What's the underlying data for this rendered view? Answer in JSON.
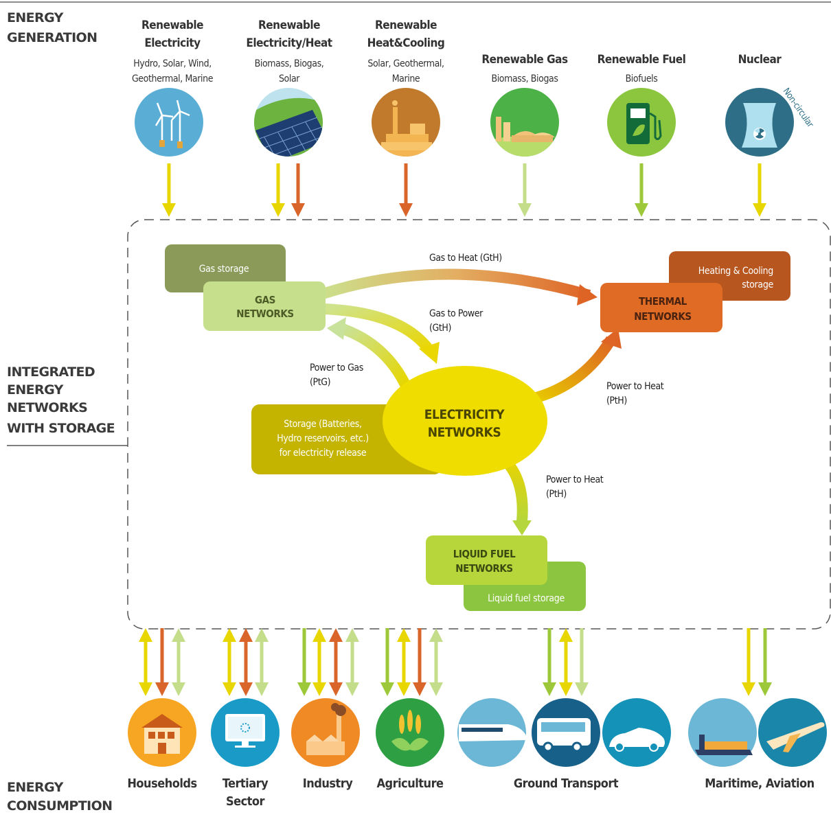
{
  "sections": {
    "generation": [
      "ENERGY",
      "GENERATION"
    ],
    "integrated": [
      "INTEGRATED",
      "ENERGY",
      "NETWORKS",
      "WITH STORAGE"
    ],
    "consumption": [
      "ENERGY",
      "CONSUMPTION"
    ]
  },
  "generation": [
    {
      "title": [
        "Renewable",
        "Electricity"
      ],
      "subtitle": [
        "Hydro, Solar, Wind,",
        "Geothermal, Marine"
      ],
      "icon": "wind-turbine-icon"
    },
    {
      "title": [
        "Renewable",
        "Electricity/Heat"
      ],
      "subtitle": [
        "Biomass, Biogas,",
        "Solar"
      ],
      "icon": "solar-panel-icon"
    },
    {
      "title": [
        "Renewable",
        "Heat&Cooling"
      ],
      "subtitle": [
        "Solar, Geothermal,",
        "Marine"
      ],
      "icon": "geothermal-plant-icon"
    },
    {
      "title": [
        "Renewable Gas"
      ],
      "subtitle": [
        "Biomass, Biogas"
      ],
      "icon": "biogas-plant-icon"
    },
    {
      "title": [
        "Renewable Fuel"
      ],
      "subtitle": [
        "Biofuels"
      ],
      "icon": "fuel-pump-icon"
    },
    {
      "title": [
        "Nuclear"
      ],
      "subtitle": [],
      "icon": "cooling-tower-icon",
      "note": "Non-circular"
    }
  ],
  "networks": {
    "gas": [
      "GAS",
      "NETWORKS"
    ],
    "thermal": [
      "THERMAL",
      "NETWORKS"
    ],
    "electricity": [
      "ELECTRICITY",
      "NETWORKS"
    ],
    "liquid": [
      "LIQUID FUEL",
      "NETWORKS"
    ]
  },
  "storage": {
    "gas": [
      "Gas storage"
    ],
    "thermal": [
      "Heating & Cooling",
      "storage"
    ],
    "electricity": [
      "Storage (Batteries,",
      "Hydro reservoirs, etc.)",
      "for electricity release"
    ],
    "liquid": [
      "Liquid fuel storage"
    ]
  },
  "flows": {
    "gth1": [
      "Gas to Heat (GtH)"
    ],
    "gtp": [
      "Gas to Power",
      "(GtH)"
    ],
    "ptg": [
      "Power to Gas",
      "(PtG)"
    ],
    "pth1": [
      "Power to Heat",
      "(PtH)"
    ],
    "pth2": [
      "Power to Heat",
      "(PtH)"
    ]
  },
  "consumption": [
    {
      "label": [
        "Households"
      ],
      "icon": "house-icon"
    },
    {
      "label": [
        "Tertiary",
        "Sector"
      ],
      "icon": "computer-screen-icon"
    },
    {
      "label": [
        "Industry"
      ],
      "icon": "factory-icon"
    },
    {
      "label": [
        "Agriculture"
      ],
      "icon": "wheat-icon"
    },
    {
      "label": [
        "Ground Transport"
      ],
      "icons": [
        "train-icon",
        "bus-icon",
        "car-icon"
      ]
    },
    {
      "label": [
        "Maritime, Aviation"
      ],
      "icons": [
        "cargo-ship-icon",
        "airplane-icon"
      ]
    }
  ],
  "colors": {
    "electricity": "#e8d600",
    "heat": "#d9652a",
    "gas": "#c3dd8a",
    "fuel": "#9cc83a",
    "gas_network": "#c5df8d",
    "gas_storage": "#8b9a59",
    "thermal_network": "#df6b25",
    "thermal_storage": "#b8561f",
    "electricity_network": "#efdd00",
    "electricity_storage": "#c4b400",
    "liquid_network": "#b7d63c",
    "liquid_storage": "#8cc540"
  }
}
